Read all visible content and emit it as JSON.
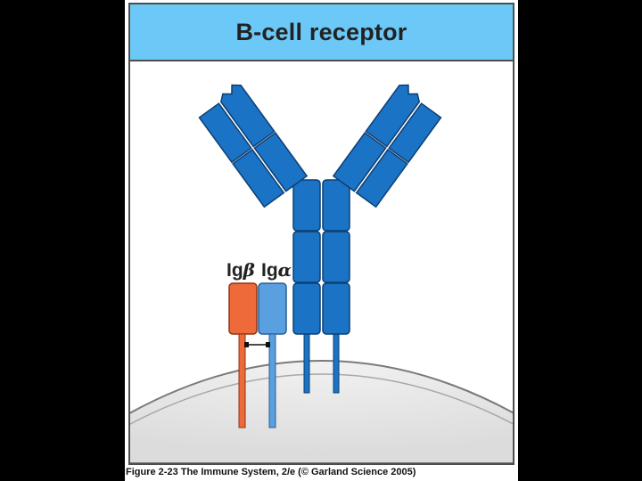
{
  "title": "B-cell receptor",
  "labels": {
    "ig_beta_prefix": "Ig",
    "ig_beta_symbol": "β",
    "ig_alpha_prefix": "Ig",
    "ig_alpha_symbol": "α"
  },
  "caption": "Figure 2-23 The Immune System, 2/e (© Garland Science 2005)",
  "colors": {
    "page_background": "#000000",
    "title_bar": "#6cc8f7",
    "antibody_blue": "#1a73c5",
    "antibody_outline": "#0d3f73",
    "ig_beta": "#ee6a3a",
    "ig_alpha": "#5a9fe0",
    "membrane": "#e6e6e6"
  }
}
